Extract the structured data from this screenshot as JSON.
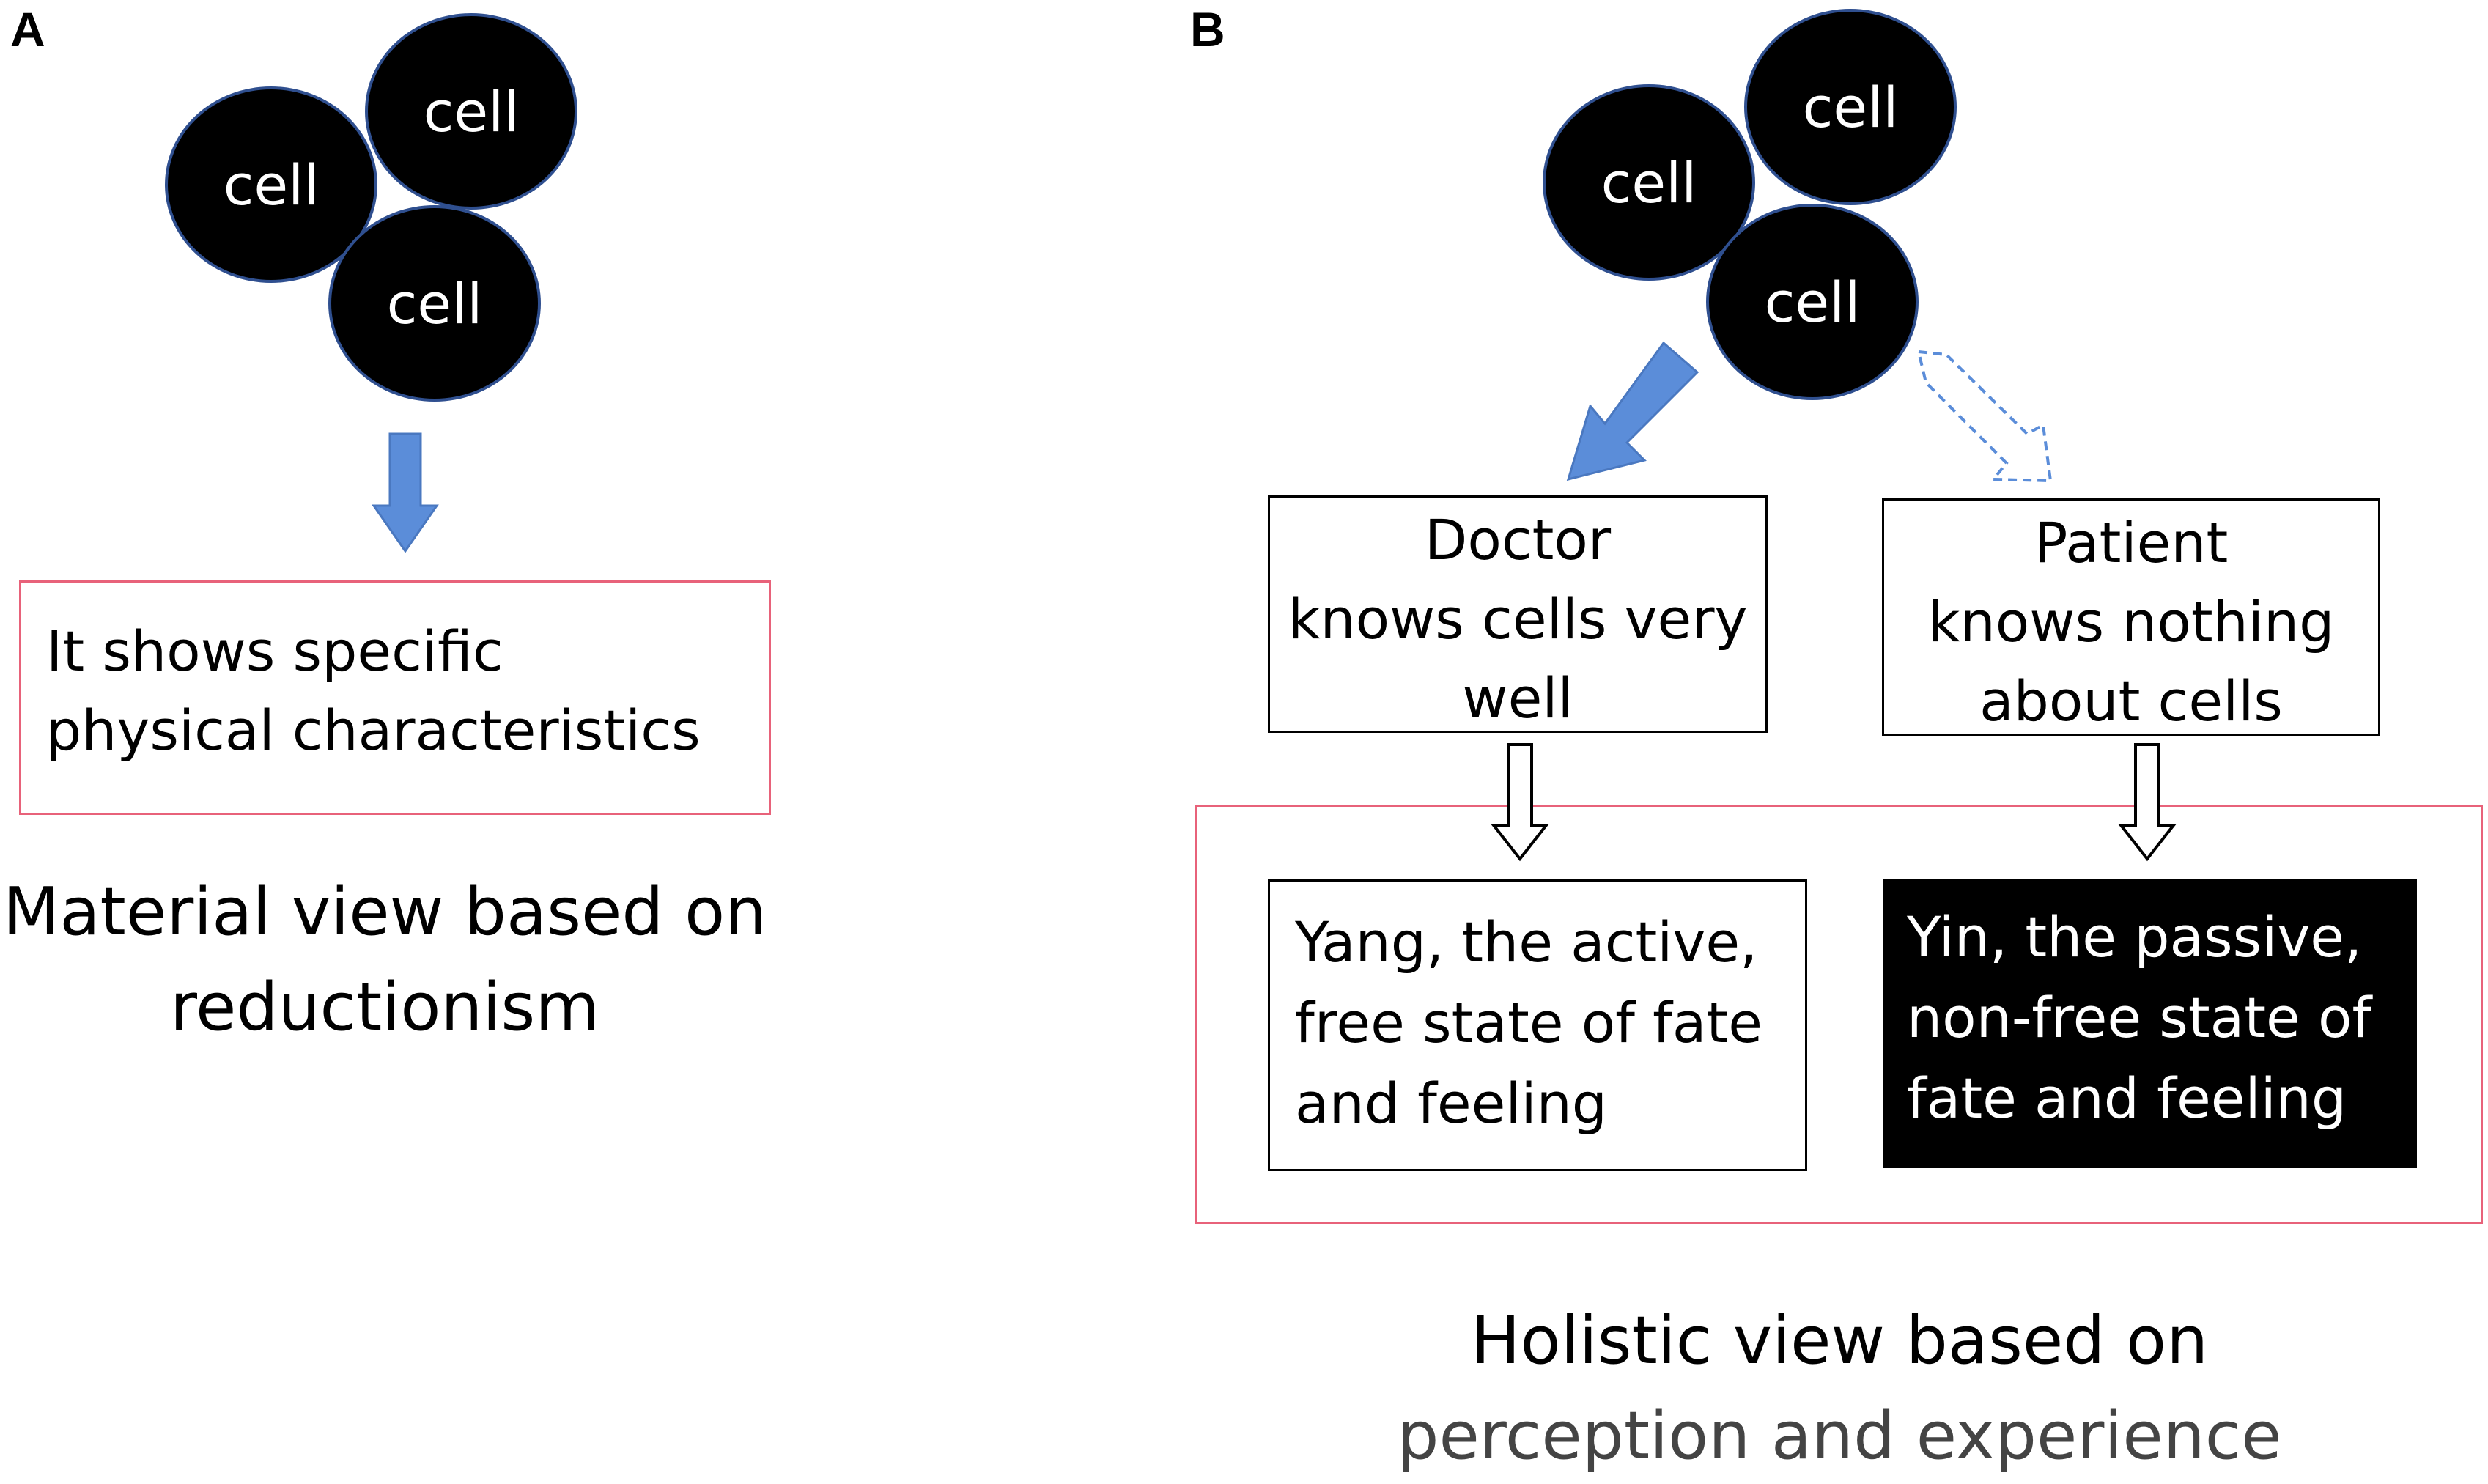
{
  "panel_a": {
    "letter": "A",
    "cells": [
      "cell",
      "cell",
      "cell"
    ],
    "box_text": "It shows specific physical characteristics",
    "caption_line1": "Material view based on",
    "caption_line2": "reductionism"
  },
  "panel_b": {
    "letter": "B",
    "cells": [
      "cell",
      "cell",
      "cell"
    ],
    "doctor_line1": "Doctor",
    "doctor_line2": "knows cells very",
    "doctor_line3": "well",
    "patient_line1": "Patient",
    "patient_line2": "knows nothing",
    "patient_line3": "about cells",
    "yang_text": "Yang, the active, free state of fate and feeling",
    "yin_text": "Yin, the passive, non-free state of fate and feeling",
    "caption_line1": "Holistic view based on",
    "caption_line2": "perception and experience"
  },
  "colors": {
    "arrow_blue": "#5b8dd9",
    "cell_border": "#2f4f8f",
    "frame_red": "#e8627a",
    "caption_grey": "#444444"
  }
}
